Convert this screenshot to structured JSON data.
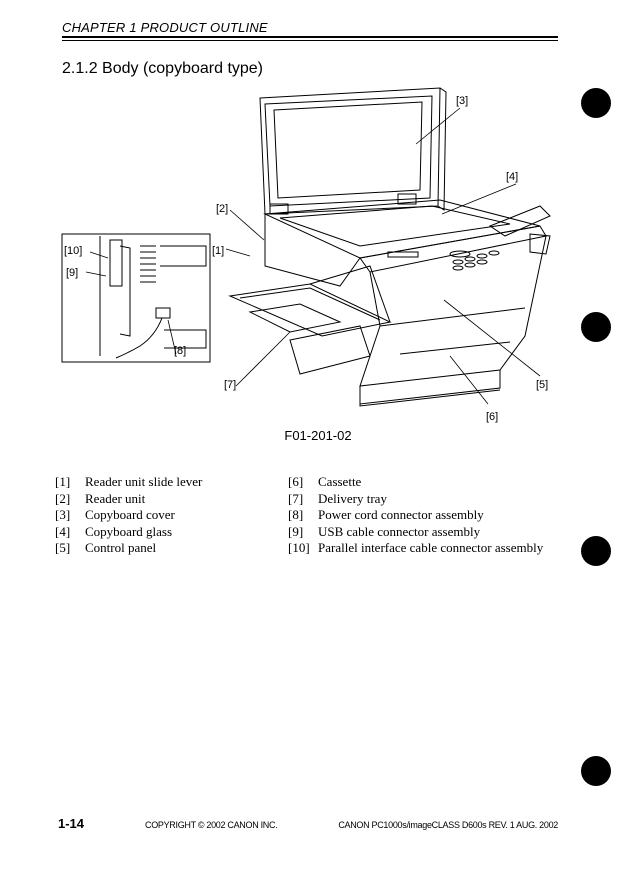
{
  "header": {
    "chapter": "CHAPTER 1 PRODUCT OUTLINE"
  },
  "section": {
    "title": "2.1.2 Body (copyboard type)"
  },
  "figure": {
    "id": "F01-201-02",
    "callouts": [
      "[1]",
      "[2]",
      "[3]",
      "[4]",
      "[5]",
      "[6]",
      "[7]",
      "[8]",
      "[9]",
      "[10]"
    ]
  },
  "legend": {
    "left": [
      {
        "num": "[1]",
        "label": "Reader unit slide lever"
      },
      {
        "num": "[2]",
        "label": "Reader unit"
      },
      {
        "num": "[3]",
        "label": "Copyboard cover"
      },
      {
        "num": "[4]",
        "label": "Copyboard glass"
      },
      {
        "num": "[5]",
        "label": "Control panel"
      }
    ],
    "right": [
      {
        "num": "[6]",
        "label": "Cassette"
      },
      {
        "num": "[7]",
        "label": "Delivery tray"
      },
      {
        "num": "[8]",
        "label": "Power cord connector assembly"
      },
      {
        "num": "[9]",
        "label": "USB cable connector assembly"
      },
      {
        "num": "[10]",
        "label": "Parallel interface cable connector assembly"
      }
    ]
  },
  "footer": {
    "page": "1-14",
    "copyright": "COPYRIGHT © 2002 CANON INC.",
    "revision": "CANON PC1000s/imageCLASS D600s REV. 1 AUG. 2002"
  }
}
